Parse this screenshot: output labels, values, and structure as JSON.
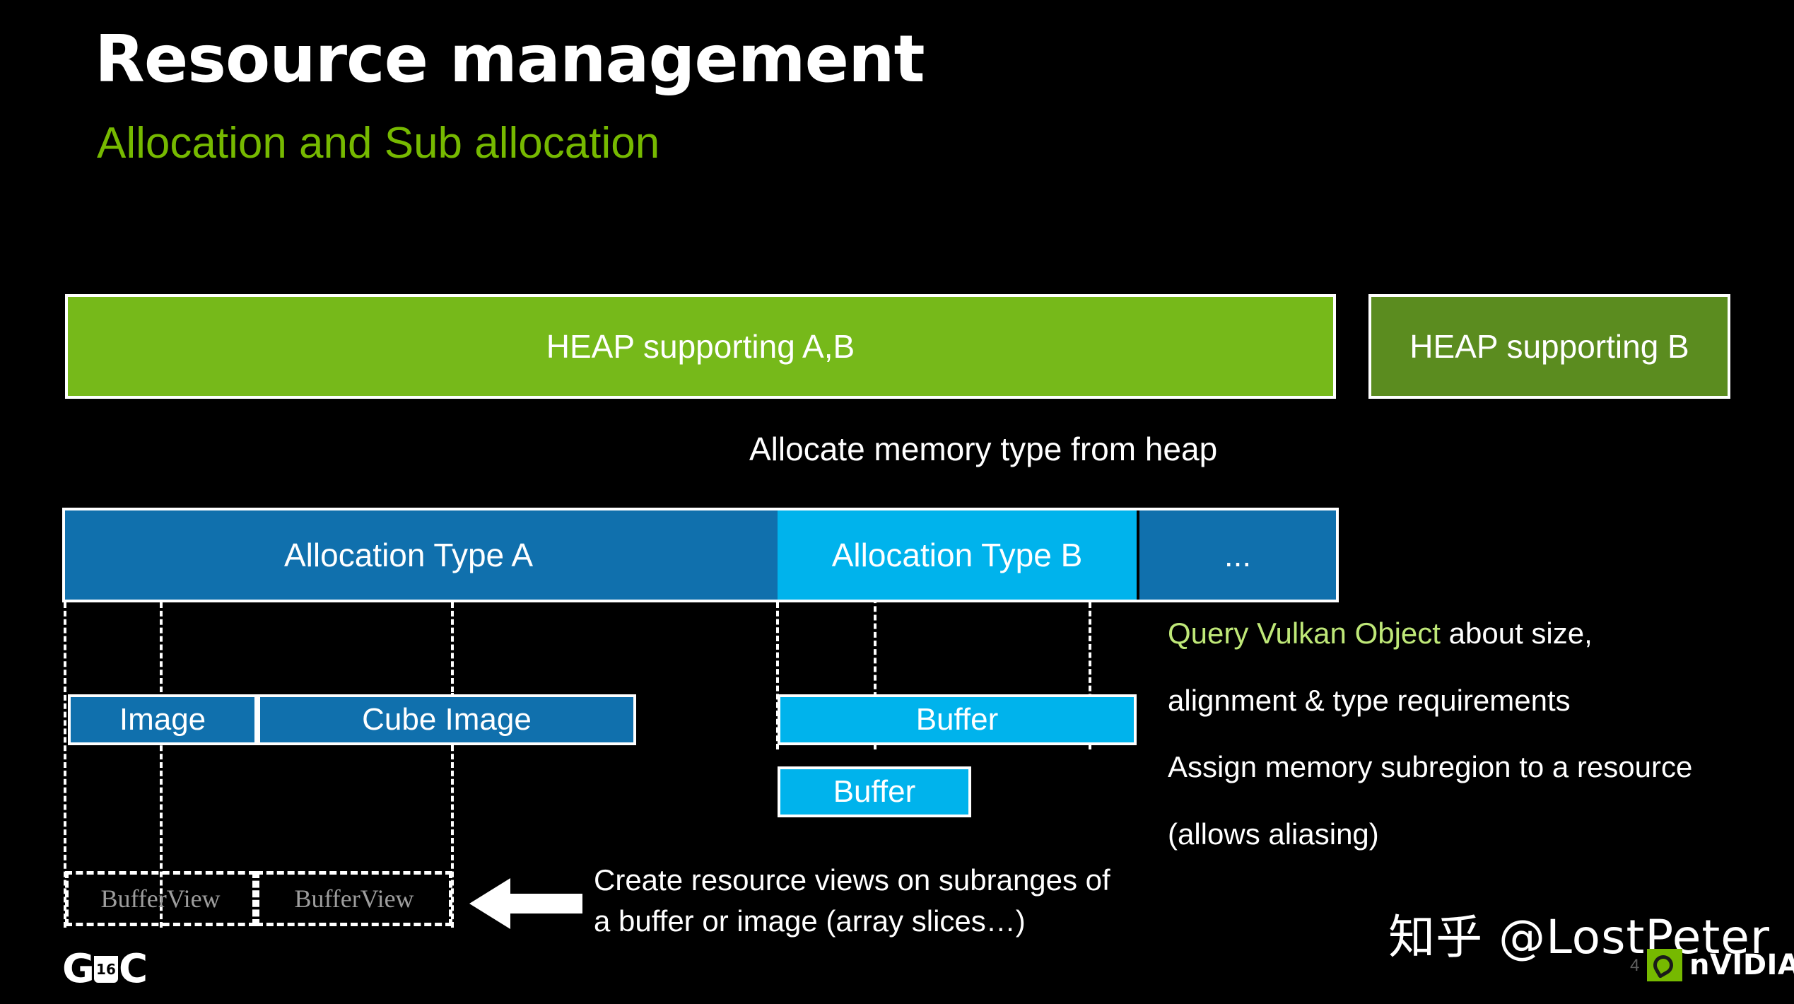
{
  "header": {
    "title": "Resource management",
    "subtitle": "Allocation and Sub allocation",
    "subtitle_color": "#76b900"
  },
  "heaps": [
    {
      "label": "HEAP supporting A,B",
      "color": "#76b91a"
    },
    {
      "label": "HEAP supporting B",
      "color": "#5b8c1f"
    }
  ],
  "allocate_arrow_label": "Allocate memory type from heap",
  "allocations": [
    {
      "label": "Allocation Type A",
      "color": "#1070ad"
    },
    {
      "label": "Allocation Type B",
      "color": "#00b3ec"
    },
    {
      "label": "...",
      "color": "#1070ad"
    }
  ],
  "resources": [
    {
      "label": "Image",
      "color": "#1070ad"
    },
    {
      "label": "Cube Image",
      "color": "#1070ad"
    },
    {
      "label": "Buffer",
      "color": "#00b3ec"
    },
    {
      "label": "Buffer",
      "color": "#00b3ec"
    }
  ],
  "buffer_views": [
    {
      "label": "BufferView"
    },
    {
      "label": "BufferView"
    }
  ],
  "right_notes": {
    "line1_green": "Query Vulkan Object",
    "line1_rest": " about size,",
    "line2": "alignment & type requirements",
    "line3": "Assign memory subregion to a resource",
    "line4": "(allows aliasing)",
    "green_color": "#bfe878"
  },
  "bottom_note": {
    "line1": "Create resource views on subranges of",
    "line2": "a buffer or image (array slices…)"
  },
  "watermark": "知乎 @LostPeter",
  "page_number": "4",
  "nvidia_wordmark": "nVIDIA.",
  "gdc": {
    "left": "G",
    "badge": "16",
    "right": "C"
  }
}
